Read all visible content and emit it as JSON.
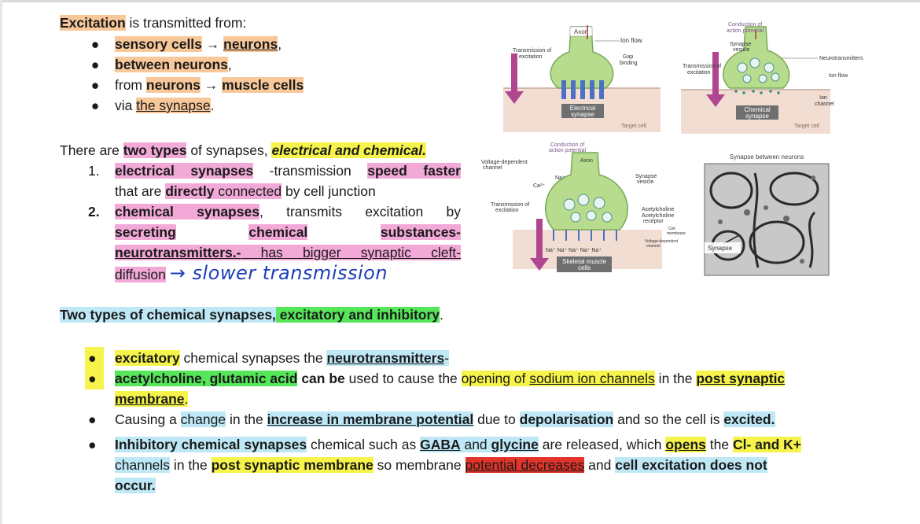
{
  "intro": {
    "term": "Excitation",
    "rest": " is transmitted from:"
  },
  "intro_list": [
    {
      "a": "sensory cells",
      "arrow": " → ",
      "b": "neurons",
      "tail": ","
    },
    {
      "a": "between neurons",
      "tail": ","
    },
    {
      "pre": "from ",
      "a": "neurons",
      "arrow": " → ",
      "b": "muscle cells"
    },
    {
      "pre": "via ",
      "a": "the synapse",
      "tail": "."
    }
  ],
  "types": {
    "p1": "There are ",
    "p2": "two types",
    "p3": " of synapses, ",
    "p4": "electrical and chemical."
  },
  "electrical": {
    "num": "1.",
    "name": "electrical synapses",
    "t1": " -transmission ",
    "speed": "speed faster",
    "line2a": "that are ",
    "line2b": "directly",
    "line2c": " connected",
    "line2d": " by cell junction"
  },
  "chemical": {
    "num": "2.",
    "name": "chemical synapses",
    "t1": ", transmits excitation by",
    "l2a": "secreting",
    "l2b": "chemical",
    "l2c": "substances-",
    "l3a": "neurotransmitters.-",
    "l3b": " has bigger synaptic cleft-",
    "l4": "diffusion",
    "hand": "→ slower transmission"
  },
  "chem_types": {
    "a": "Two types of chemical synapses,",
    "b": " excitatory and inhibitory",
    "c": "."
  },
  "bullets": {
    "b1a": "excitatory",
    "b1b": " chemical synapses the ",
    "b1c": "neurotransmitters",
    "b1d": "-",
    "b2a": "acetylcholine, glutamic acid",
    "b2b": " can be",
    "b2c": " used to cause the ",
    "b2d": "opening of ",
    "b2e": "sodium ion channels",
    "b2f": " in the ",
    "b2g": "post synaptic",
    "b2h": "membrane",
    "b2i": ".",
    "b3a": "Causing a ",
    "b3b": "change",
    "b3c": " in the ",
    "b3d": "increase in membrane potential",
    "b3e": " due to ",
    "b3f": "depolarisation",
    "b3g": " and  so the cell is ",
    "b3h": "excited.",
    "b4a": "Inhibitory chemical synapses",
    "b4b": " chemical such as ",
    "b4c": "GABA",
    "b4d": " and ",
    "b4e": "glycine",
    "b4f": " are released, which ",
    "b4g": "opens",
    "b4h": " the ",
    "b4i": "Cl- and K+",
    "b5a": "channels",
    "b5b": " in the ",
    "b5c": "post synaptic membrane",
    "b5d": " so membrane ",
    "b5e": "potential decreases",
    "b5f": " and ",
    "b5g": "cell excitation does not",
    "b6a": "occur."
  },
  "diagrams": {
    "electrical": {
      "axon": "Axon",
      "ion_flow": "Ion flow",
      "gap": "Gap",
      "binding": "binding",
      "transmission1": "Transmission of",
      "transmission2": "excitation",
      "label1": "Electrical",
      "label2": "synapse",
      "target": "Target cell"
    },
    "chemical": {
      "cond1": "Conduction of",
      "cond2": "action potential",
      "vesicle1": "Synapse",
      "vesicle2": "vesicle",
      "neurotransmitters": "Neurotransmitters",
      "transmission1": "Transmission of",
      "transmission2": "excitation",
      "ion_flow": "Ion flow",
      "ion1": "Ion",
      "ion2": "channel",
      "label1": "Chemical",
      "label2": "synapse",
      "target": "Target cell"
    },
    "nmj": {
      "cond1": "Conduction of",
      "cond2": "action potential",
      "axon": "Axon",
      "vdc1": "Voltage-dependent",
      "vdc2": "channel",
      "na": "Na⁺",
      "ca": "Ca²⁺",
      "vesicle1": "Synapse",
      "vesicle2": "vesicle",
      "transmission1": "Transmission of",
      "transmission2": "excitation",
      "ach": "Acetylcholine",
      "achr1": "Acetylcholine",
      "achr2": "receptor",
      "cell1": "Cell",
      "cell2": "membrane",
      "vdc_b1": "Voltage-dependent",
      "vdc_b2": "channel",
      "na_row": "Na⁺  Na⁺  Na⁺  Na⁺  Na⁺",
      "label1": "Skeletal muscle",
      "label2": "cells"
    },
    "micro": {
      "title": "Synapse between neurons",
      "label": "Synapse"
    }
  }
}
